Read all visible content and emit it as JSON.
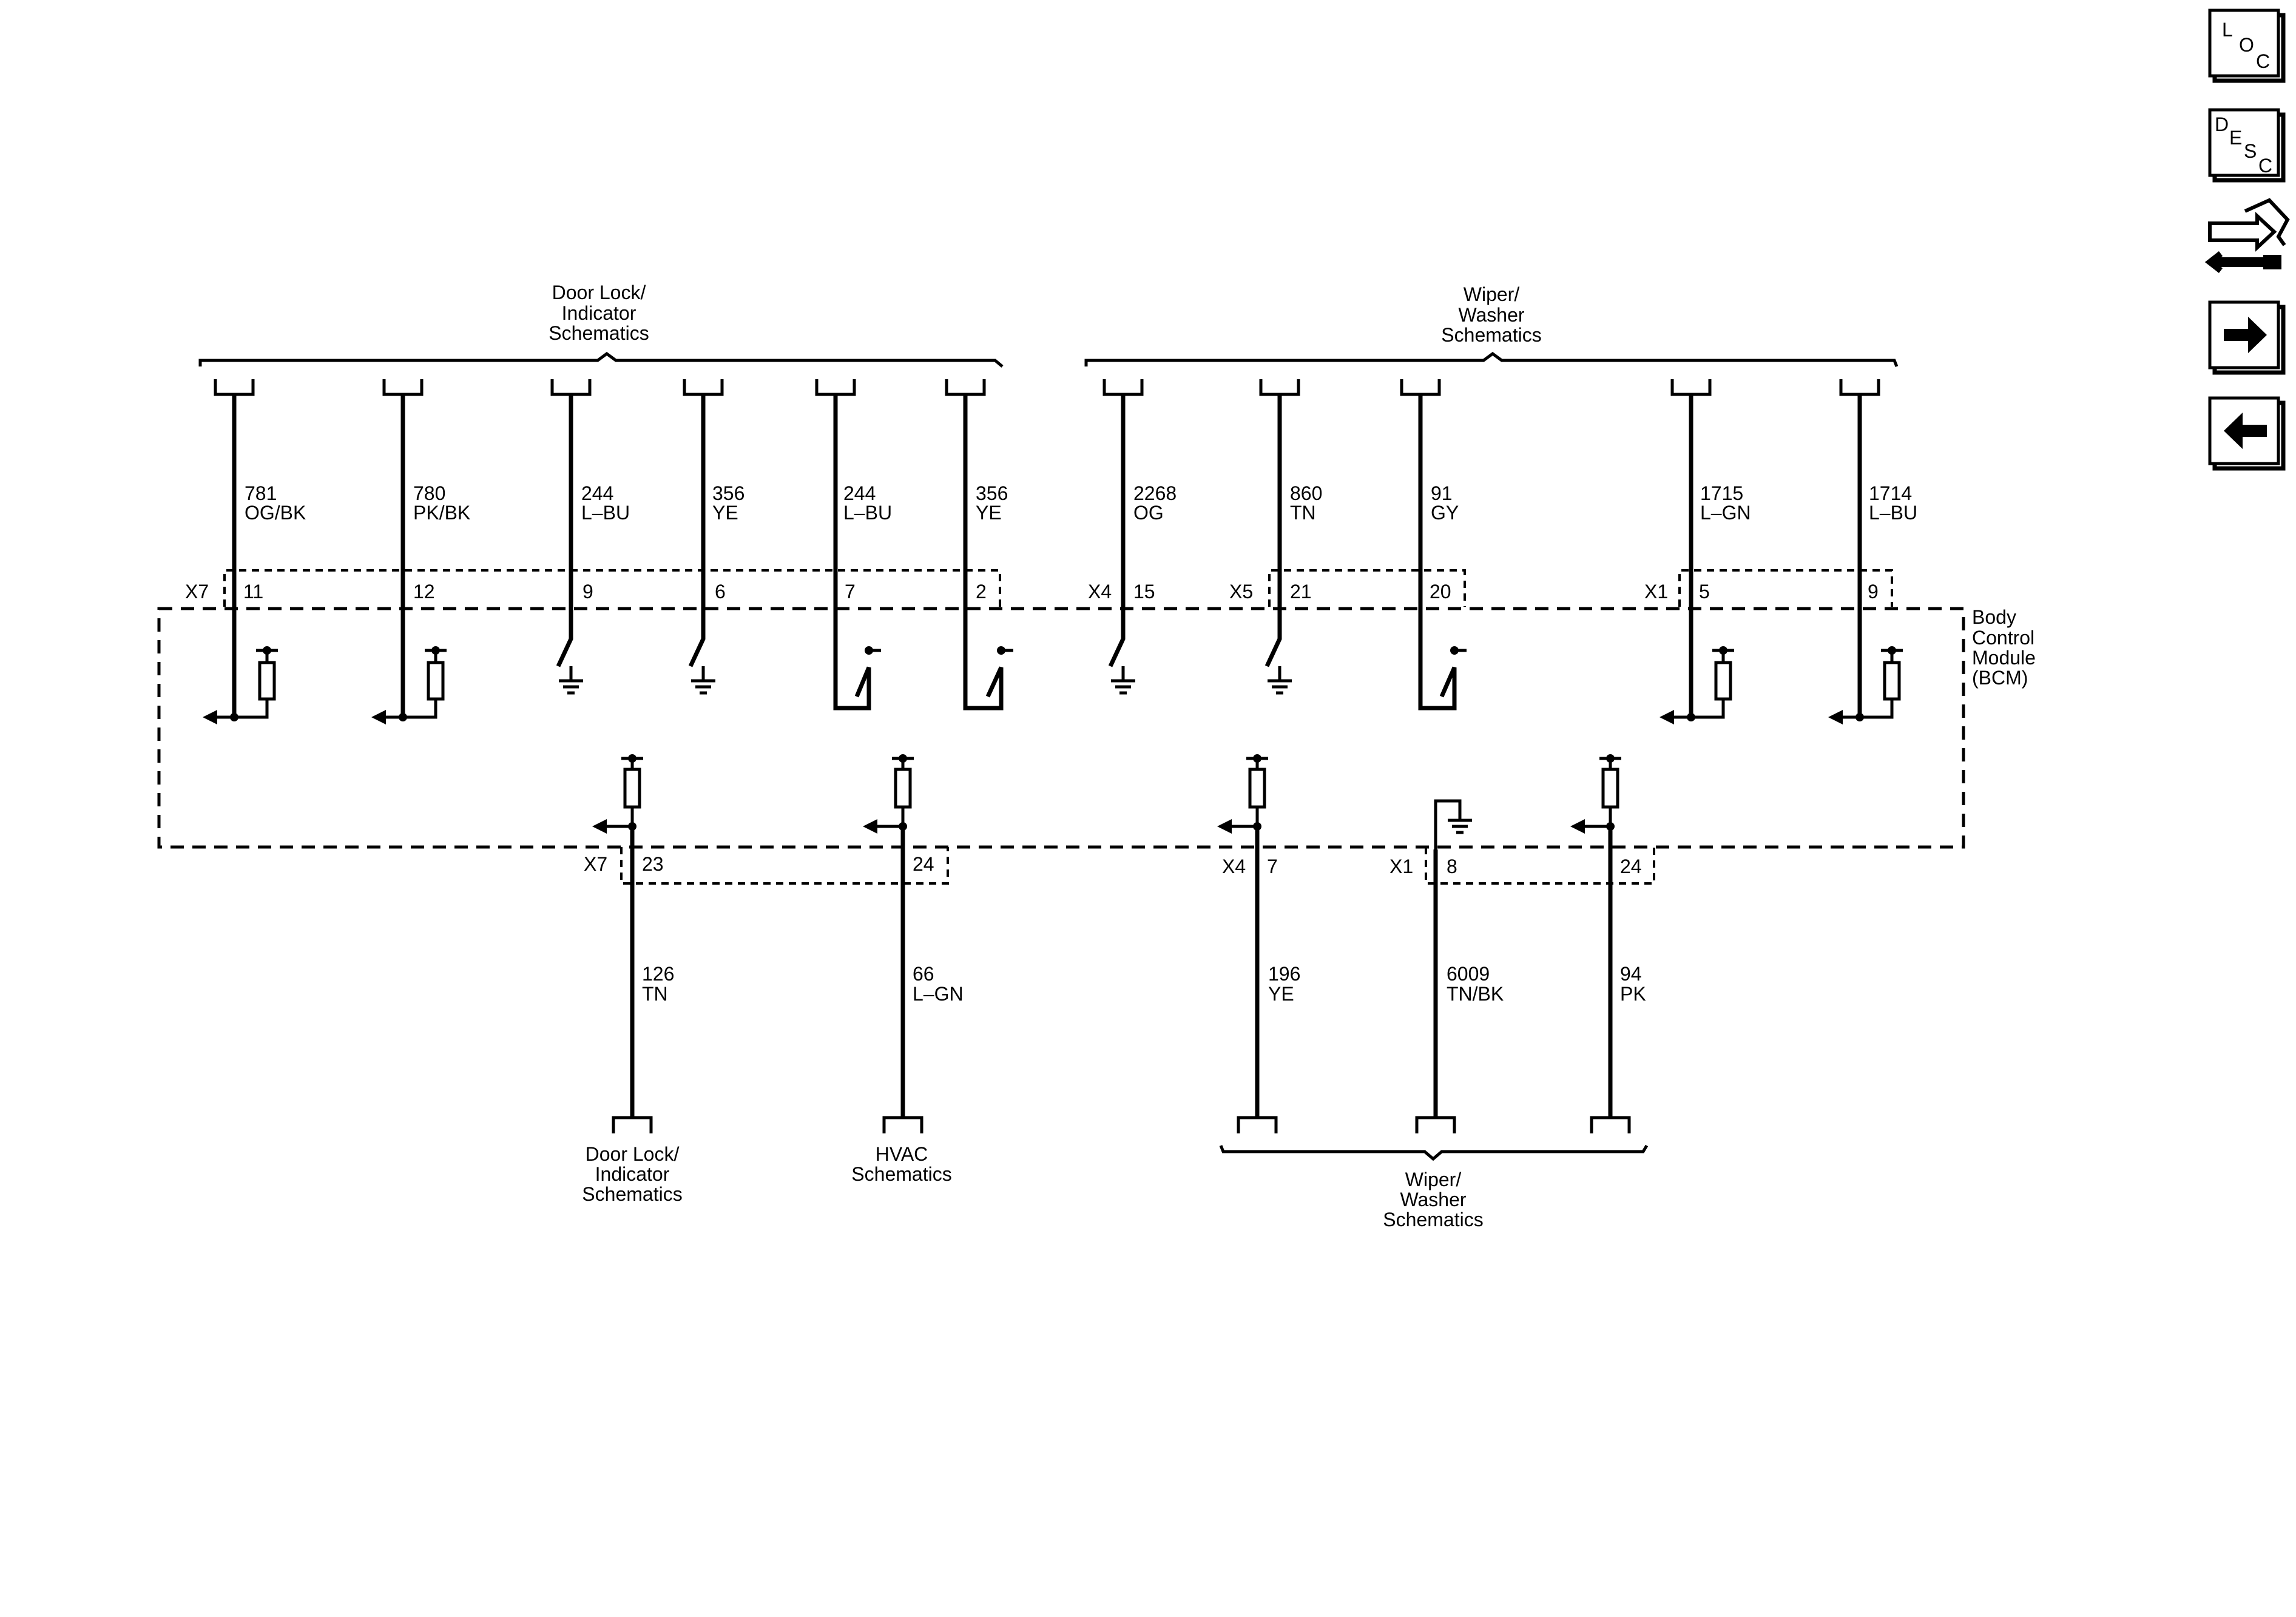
{
  "module": {
    "lines": [
      "Body",
      "Control",
      "Module",
      "(BCM)"
    ]
  },
  "top_groups": [
    {
      "lines": [
        "Door Lock/",
        "Indicator",
        "Schematics"
      ]
    },
    {
      "lines": [
        "Wiper/",
        "Washer",
        "Schematics"
      ]
    }
  ],
  "bottom_labels": [
    {
      "lines": [
        "Door Lock/",
        "Indicator",
        "Schematics"
      ]
    },
    {
      "lines": [
        "HVAC",
        "Schematics"
      ]
    },
    {
      "lines": [
        "Wiper/",
        "Washer",
        "Schematics"
      ]
    }
  ],
  "top_connectors": [
    {
      "label": "X7",
      "pins": [
        "11",
        "12",
        "9",
        "6",
        "7",
        "2"
      ]
    },
    {
      "label": "X4",
      "pins": [
        "15"
      ]
    },
    {
      "label": "X5",
      "pins": [
        "21",
        "20"
      ]
    },
    {
      "label": "X1",
      "pins": [
        "5",
        "9"
      ]
    }
  ],
  "bottom_connectors": [
    {
      "label": "X7",
      "pins": [
        "23",
        "24"
      ]
    },
    {
      "label": "X4",
      "pins": [
        "7"
      ]
    },
    {
      "label": "X1",
      "pins": [
        "8",
        "24"
      ]
    }
  ],
  "top_circuits": [
    {
      "circuit": "781",
      "color": "OG/BK",
      "pin": "11"
    },
    {
      "circuit": "780",
      "color": "PK/BK",
      "pin": "12"
    },
    {
      "circuit": "244",
      "color": "L–BU",
      "pin": "9"
    },
    {
      "circuit": "356",
      "color": "YE",
      "pin": "6"
    },
    {
      "circuit": "244",
      "color": "L–BU",
      "pin": "7"
    },
    {
      "circuit": "356",
      "color": "YE",
      "pin": "2"
    },
    {
      "circuit": "2268",
      "color": "OG",
      "pin": "15"
    },
    {
      "circuit": "860",
      "color": "TN",
      "pin": "21"
    },
    {
      "circuit": "91",
      "color": "GY",
      "pin": "20"
    },
    {
      "circuit": "1715",
      "color": "L–GN",
      "pin": "5"
    },
    {
      "circuit": "1714",
      "color": "L–BU",
      "pin": "9"
    }
  ],
  "bottom_circuits": [
    {
      "circuit": "126",
      "color": "TN",
      "pin": "23"
    },
    {
      "circuit": "66",
      "color": "L–GN",
      "pin": "24"
    },
    {
      "circuit": "196",
      "color": "YE",
      "pin": "7"
    },
    {
      "circuit": "6009",
      "color": "TN/BK",
      "pin": "8"
    },
    {
      "circuit": "94",
      "color": "PK",
      "pin": "24"
    }
  ],
  "nav": {
    "loc": [
      "L",
      "O",
      "C"
    ],
    "desc": [
      "D",
      "E",
      "S",
      "C"
    ],
    "icons": [
      "connector-wrench-icon",
      "arrow-right-icon",
      "arrow-left-icon"
    ]
  }
}
